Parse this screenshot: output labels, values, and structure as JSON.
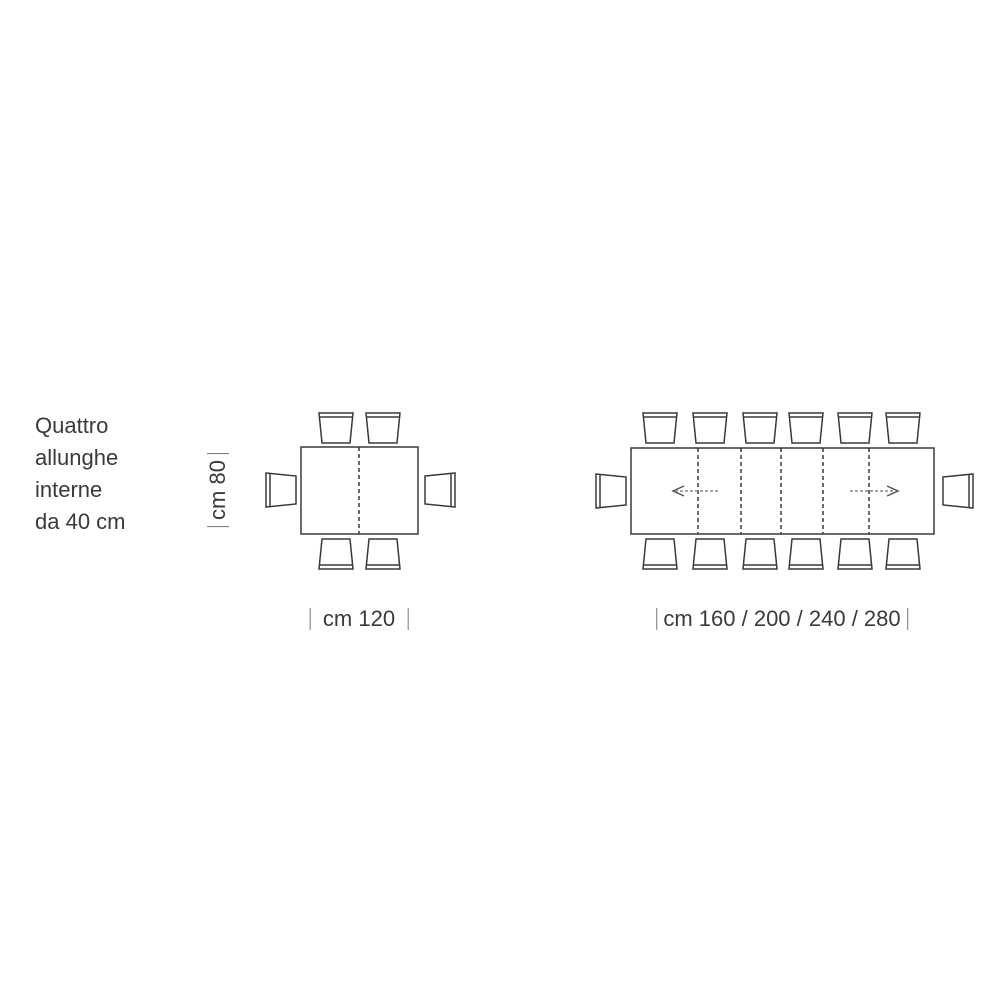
{
  "note": {
    "lines": [
      "Quattro",
      "allunghe",
      "interne",
      "da 40 cm"
    ]
  },
  "dimensions": {
    "depth": "cm 80",
    "closed_length": "cm 120",
    "extended_lengths": "cm 160 / 200 / 240 / 280"
  },
  "colors": {
    "line": "#3a3a3a",
    "arrow": "#888888"
  }
}
